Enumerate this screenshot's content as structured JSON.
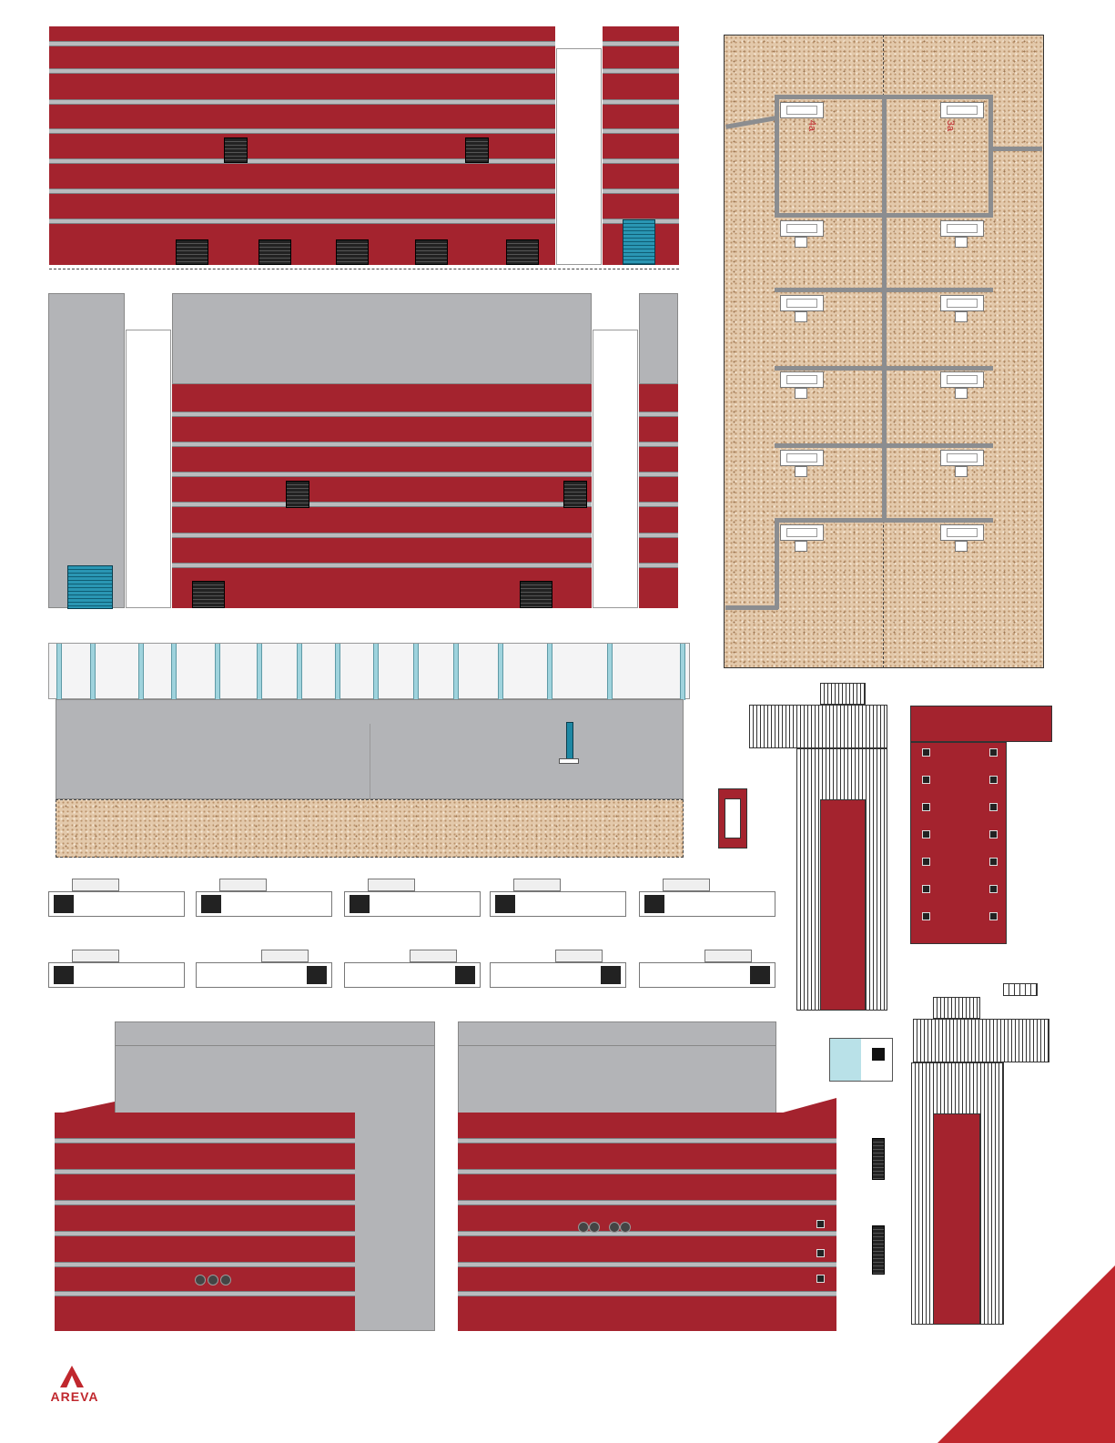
{
  "page": {
    "background": "#ffffff"
  },
  "colors": {
    "brick_red": "#a4232e",
    "cladding_grey": "#b3b4b7",
    "roof_gravel": "#e3c9ab",
    "door_teal": "#1f88a4",
    "logo_red": "#c0272d"
  },
  "roof_labels": {
    "left": "4a",
    "right": "3a"
  },
  "logo": {
    "wordmark": "AREVA",
    "icon": "areva-logo-icon"
  }
}
